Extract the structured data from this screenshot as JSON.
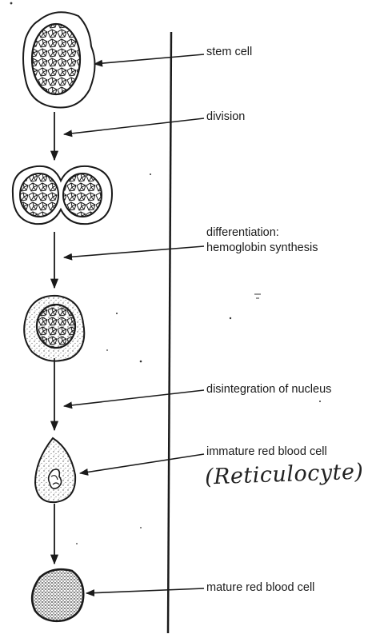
{
  "labels": {
    "stem_cell": "stem cell",
    "division": "division",
    "differentiation_line1": "differentiation:",
    "differentiation_line2": "hemoglobin synthesis",
    "disintegration": "disintegration of nucleus",
    "immature": "immature red blood cell",
    "reticulocyte_handwritten": "(Reticulocyte)",
    "mature": "mature red blood cell"
  },
  "colors": {
    "ink": "#1a1a1a",
    "paper": "#ffffff"
  }
}
